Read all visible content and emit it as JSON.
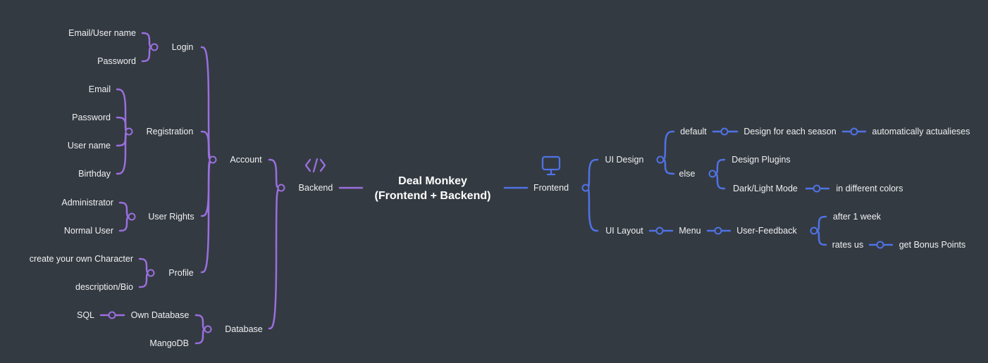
{
  "colors": {
    "background": "#343a41",
    "backend_branch": "#9a6fe0",
    "frontend_branch": "#4f73e6",
    "text": "#eef0f3"
  },
  "root": {
    "line1": "Deal Monkey",
    "line2": "(Frontend + Backend)"
  },
  "backend": {
    "label": "Backend",
    "icon": "code-icon",
    "account": {
      "label": "Account",
      "login": {
        "label": "Login",
        "items": [
          "Email/User name",
          "Password"
        ]
      },
      "registration": {
        "label": "Registration",
        "items": [
          "Email",
          "Password",
          "User name",
          "Birthday"
        ]
      },
      "user_rights": {
        "label": "User Rights",
        "items": [
          "Administrator",
          "Normal User"
        ]
      },
      "profile": {
        "label": "Profile",
        "items": [
          "create your own Character",
          "description/Bio"
        ]
      }
    },
    "database": {
      "label": "Database",
      "own_database": {
        "label": "Own Database",
        "child": "SQL"
      },
      "mangodb": "MangoDB"
    }
  },
  "frontend": {
    "label": "Frontend",
    "icon": "monitor-icon",
    "ui_design": {
      "label": "UI Design",
      "default": {
        "label": "default",
        "child": "Design for each season",
        "grandchild": "automatically actualieses"
      },
      "else": {
        "label": "else",
        "design_plugins": "Design Plugins",
        "dark_light_mode": {
          "label": "Dark/Light Mode",
          "child": "in different colors"
        }
      }
    },
    "ui_layout": {
      "label": "UI Layout",
      "menu": {
        "label": "Menu",
        "user_feedback": {
          "label": "User-Feedback",
          "after_1_week": "after 1 week",
          "rates_us": {
            "label": "rates us",
            "child": "get Bonus Points"
          }
        }
      }
    }
  }
}
